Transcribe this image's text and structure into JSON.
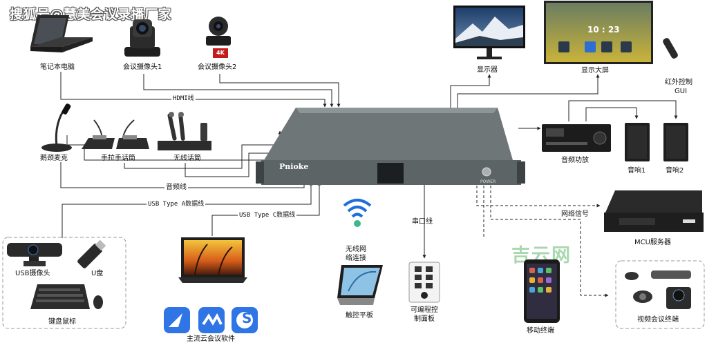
{
  "watermark": "搜狐号@慧美会议录播厂家",
  "site_mark": "吉云网",
  "host": {
    "brand": "Pnioke",
    "power_label": "POWER"
  },
  "devices": {
    "laptop": "笔记本电脑",
    "camera1": "会议摄像头1",
    "camera2": "会议摄像头2",
    "camera2_badge": "4K",
    "monitor": "显示器",
    "big_screen": "显示大屏",
    "big_screen_clock": "10 : 23",
    "ir_control": "红外控制",
    "gui": "GUI",
    "gooseneck_mic": "鹅颈麦克",
    "handheld_mic": "手拉手话筒",
    "wireless_mic": "无线话筒",
    "amplifier": "音频功放",
    "speaker1": "音响1",
    "speaker2": "音响2",
    "mcu": "MCU服务器",
    "usb_camera": "USB摄像头",
    "u_disk": "U盘",
    "keyboard_mouse": "键盘鼠标",
    "wifi_line1": "无线网",
    "wifi_line2": "络连接",
    "tablet": "触控平板",
    "panel_line1": "可编程控",
    "panel_line2": "制面板",
    "cloud_software": "主流云会议软件",
    "mobile": "移动终端",
    "video_terminal": "视频会议终端"
  },
  "links": {
    "hdmi": "HDMI线",
    "audio": "音频线",
    "usb_a": "USB Type A数据线",
    "usb_c": "USB Type C数据线",
    "serial": "串口线",
    "network": "网络信号"
  }
}
